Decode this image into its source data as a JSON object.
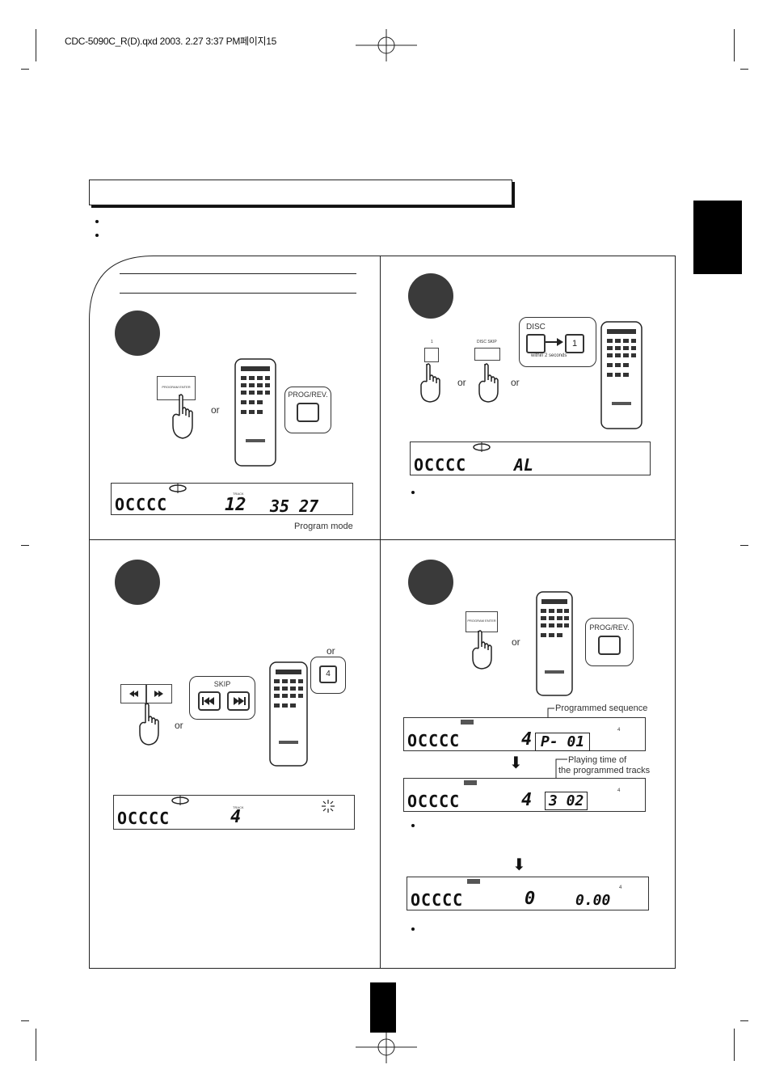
{
  "header": {
    "file_line": "CDC-5090C_R(D).qxd 2003. 2.27 3:37 PM페이지15"
  },
  "panel1": {
    "program_button": "PROGRAM ENTER",
    "or": "or",
    "remote_callout": "PROG/REV.",
    "lcd": {
      "discs": "OCCCC",
      "track_label": "TRACK",
      "track": "12",
      "time": "35 27"
    },
    "caption": "Program mode"
  },
  "panel2": {
    "key1_label": "1",
    "disc_skip_label": "DISC SKIP",
    "or_1": "or",
    "or_2": "or",
    "disc_callout": "DISC",
    "disc_number": "1",
    "within": "within 2 seconds",
    "lcd": {
      "discs": "OCCCC",
      "text": "AL"
    }
  },
  "panel3": {
    "or_top": "or",
    "number_key": "4",
    "skip_label": "SKIP",
    "or_bottom": "or",
    "lcd": {
      "discs": "OCCCC",
      "track_label": "TRACK",
      "track": "4"
    }
  },
  "panel4": {
    "program_button": "PROGRAM ENTER",
    "or": "or",
    "remote_callout": "PROG/REV.",
    "annot_sequence": "Programmed sequence",
    "annot_time_line1": "Playing time of",
    "annot_time_line2": "the programmed tracks",
    "lcd1": {
      "discs": "OCCCC",
      "track": "4",
      "seq": "P- 01",
      "small": "4"
    },
    "lcd2": {
      "discs": "OCCCC",
      "track": "4",
      "time": "3 02",
      "small": "4"
    },
    "lcd3": {
      "discs": "OCCCC",
      "track": "0",
      "time": "0.00",
      "small": "4"
    }
  },
  "icons": [
    "hand-press-icon",
    "remote-control-icon",
    "skip-back-icon",
    "skip-forward-icon",
    "down-arrow-icon"
  ]
}
